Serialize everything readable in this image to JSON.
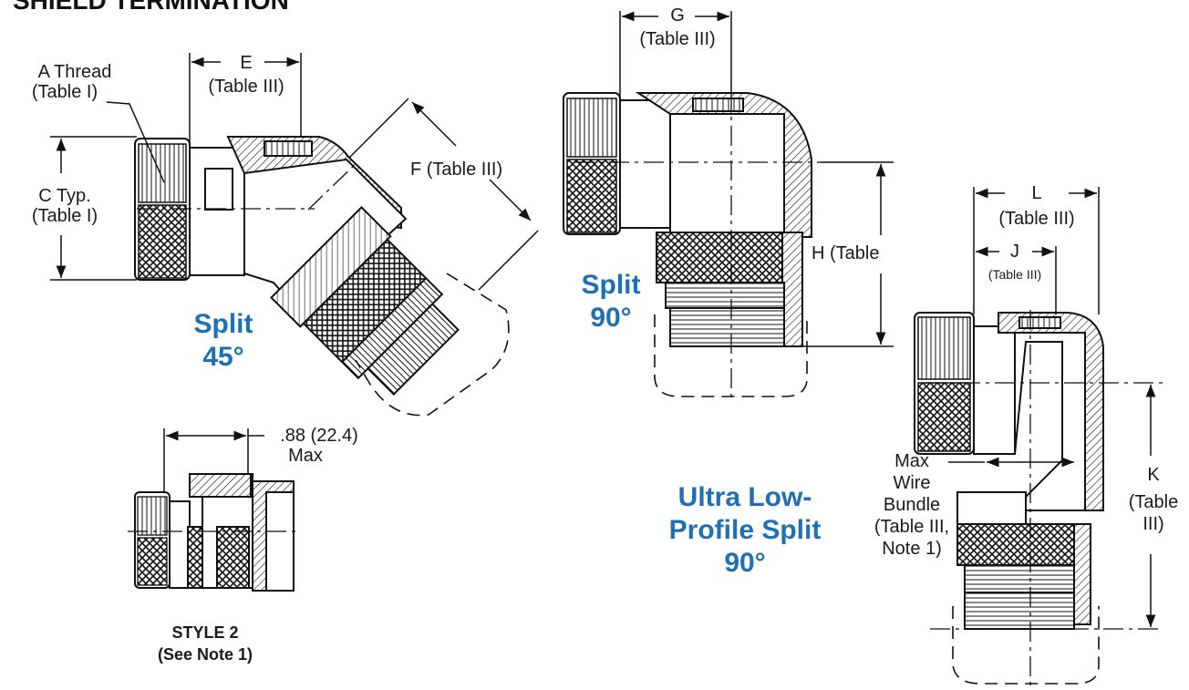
{
  "title": "SHIELD TERMINATION",
  "dims": {
    "a_thread": [
      "A Thread",
      "(Table I)"
    ],
    "c_typ": [
      "C Typ.",
      "(Table I)"
    ],
    "e": [
      "E",
      "(Table III)"
    ],
    "f": "F (Table III)",
    "g": [
      "G",
      "(Table III)"
    ],
    "h": "H (Table",
    "l": [
      "L",
      "(Table III)"
    ],
    "j": [
      "J",
      "(Table III)"
    ],
    "k": [
      "K",
      "(Table",
      "III)"
    ],
    "max_wire": [
      "Max",
      "Wire",
      "Bundle",
      "(Table III,",
      "Note 1)"
    ],
    "style2_dim": [
      ".88 (22.4)",
      "Max"
    ]
  },
  "views": {
    "split45": [
      "Split",
      "45°"
    ],
    "split90": [
      "Split",
      "90°"
    ],
    "ultra": [
      "Ultra Low-",
      "Profile Split",
      "90°"
    ],
    "style2": [
      "STYLE 2",
      "(See Note 1)"
    ]
  },
  "colors": {
    "accent": "#1f6fb5",
    "line": "#1a1a1a"
  }
}
